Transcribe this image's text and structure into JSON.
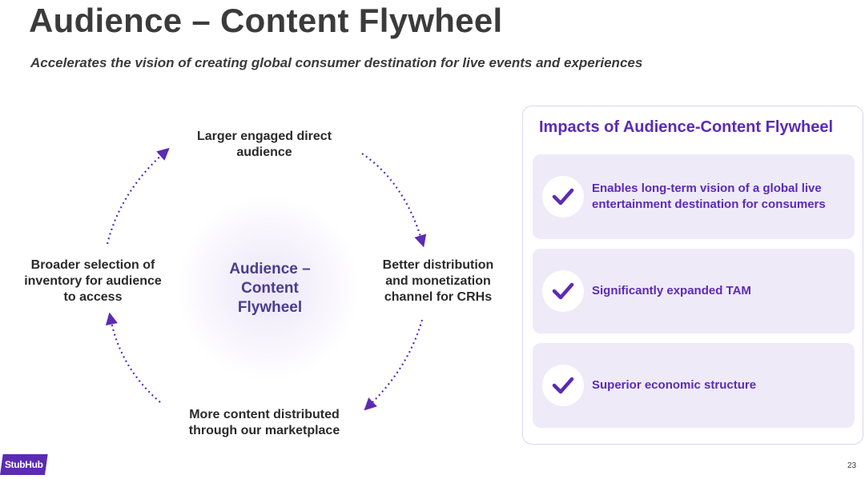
{
  "header": {
    "title": "Audience – Content Flywheel",
    "subtitle": "Accelerates the vision of creating global consumer destination for live events and experiences"
  },
  "flywheel": {
    "center": "Audience – Content Flywheel",
    "nodes": {
      "top": "Larger engaged direct audience",
      "right": "Better distribution and monetization channel for CRHs",
      "bottom": "More content distributed through our marketplace",
      "left": "Broader selection of inventory for audience to access"
    },
    "arrow_color": "#5b2bb4"
  },
  "impacts": {
    "title": "Impacts of Audience-Content Flywheel",
    "items": [
      {
        "icon": "check-icon",
        "text": "Enables long-term vision of a global live entertainment destination for consumers"
      },
      {
        "icon": "check-icon",
        "text": "Significantly expanded TAM"
      },
      {
        "icon": "check-icon",
        "text": "Superior economic structure"
      }
    ]
  },
  "footer": {
    "logo": "StubHub",
    "page_number": "23"
  },
  "colors": {
    "brand": "#5b2bb4",
    "card_background": "#efeaf8",
    "center_text": "#4b3c8c"
  }
}
